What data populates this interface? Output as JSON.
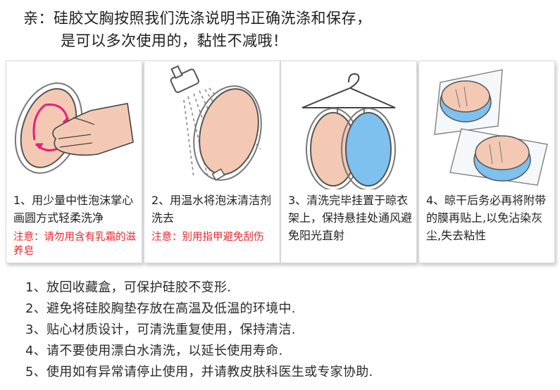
{
  "header": {
    "line1": "亲：硅胶文胸按照我们洗涤说明书正确洗涤和保存，",
    "line2": "是可以多次使用的，黏性不减哦！"
  },
  "steps": [
    {
      "text": "1、用少量中性泡沫掌心画圆方式轻柔洗净",
      "note": "注意：请勿用含有乳霜的滋养皂",
      "illustration": "hand-washing-cup-icon"
    },
    {
      "text": "2、用温水将泡沫清洁剂洗去",
      "note": "注意：别用指甲避免刮伤",
      "illustration": "shower-rinse-icon"
    },
    {
      "text": "3、清洗完毕挂置于晾衣架上，保持悬挂处通风避免阳光直射",
      "note": "",
      "illustration": "hanger-drying-icon"
    },
    {
      "text": "4、晾干后务必再将附带的膜再贴上,以免沾染灰尘,失去粘性",
      "note": "",
      "illustration": "protective-film-icon"
    }
  ],
  "tips": [
    "1、放回收藏盒，可保护硅胶不变形.",
    "2、避免将硅胶胸垫存放在高温及低温的环境中.",
    "3、贴心材质设计，可清洗重复使用，保持清洁.",
    "4、请不要使用漂白水清洗，以延长使用寿命.",
    "5、使用如有异常请停止使用，并请教皮肤科医生或专家协助."
  ],
  "colors": {
    "skin": "#f4c9b3",
    "blue": "#7ec0ee",
    "arrow": "#e8207a",
    "note": "#e8262d"
  }
}
